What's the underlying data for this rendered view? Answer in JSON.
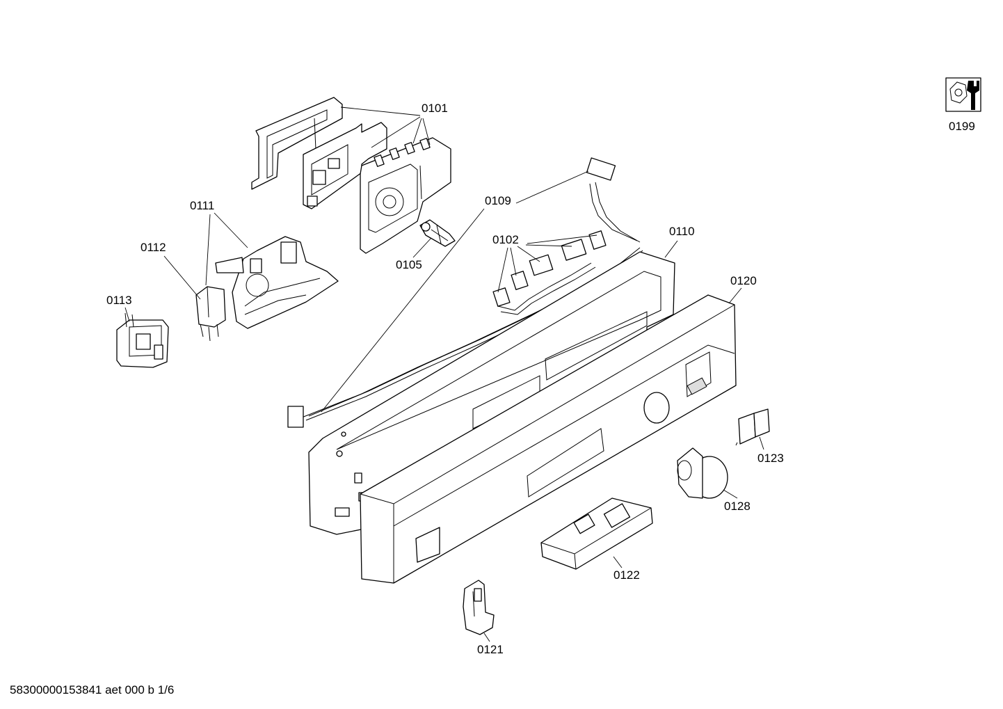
{
  "labels": {
    "p0101": "0101",
    "p0102": "0102",
    "p0105": "0105",
    "p0109": "0109",
    "p0110": "0110",
    "p0111": "0111",
    "p0112": "0112",
    "p0113": "0113",
    "p0120": "0120",
    "p0121": "0121",
    "p0122": "0122",
    "p0123": "0123",
    "p0128": "0128",
    "p0199": "0199"
  },
  "footer": "58300000153841 aet 000 b 1/6",
  "icons": {
    "tool_kit": "wrench-nut-icon"
  }
}
